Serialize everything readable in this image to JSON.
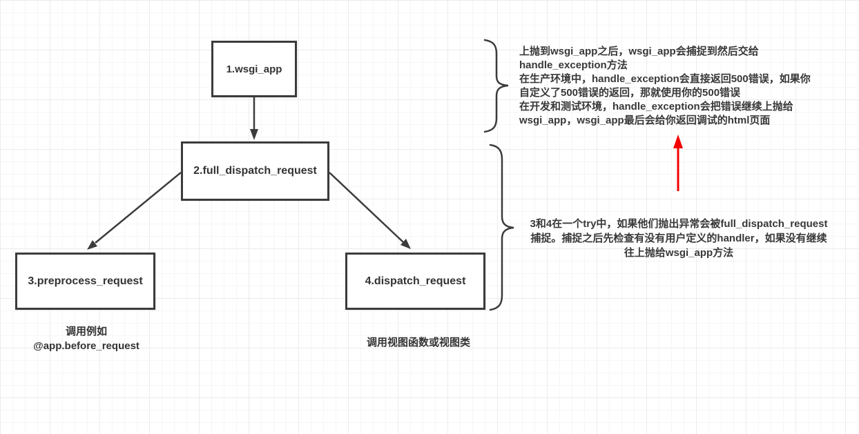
{
  "diagram": {
    "boxes": [
      {
        "label": "1.wsgi_app"
      },
      {
        "label": "2.full_dispatch_request"
      },
      {
        "label": "3.preprocess_request"
      },
      {
        "label": "4.dispatch_request"
      }
    ],
    "captions": [
      {
        "text": "调用例如\n@app.before_request"
      },
      {
        "text": "调用视图函数或视图类"
      }
    ],
    "annotations": [
      {
        "text": "上抛到wsgi_app之后，wsgi_app会捕捉到然后交给\nhandle_exception方法\n在生产环境中，handle_exception会直接返回500错误，如果你\n自定义了500错误的返回，那就使用你的500错误\n在开发和测试环境，handle_exception会把错误继续上抛给\nwsgi_app，wsgi_app最后会给你返回调试的html页面"
      },
      {
        "text": "3和4在一个try中，如果他们抛出异常会被full_dispatch_request\n捕捉。捕捉之后先检查有没有用户定义的handler，如果没有继续\n往上抛给wsgi_app方法"
      }
    ],
    "colors": {
      "shape_stroke": "#3b3b3b",
      "text": "#333333",
      "red_arrow": "#f40000",
      "grid_minor": "#f6f6f6",
      "grid_major": "#ececec",
      "background": "#ffffff"
    }
  }
}
